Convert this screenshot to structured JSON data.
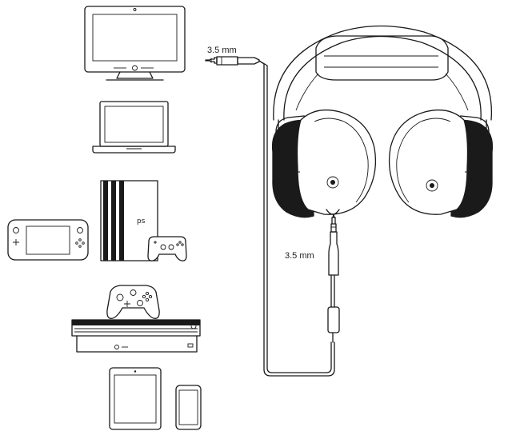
{
  "labels": {
    "top_jack": "3.5 mm",
    "bottom_jack": "3.5 mm"
  },
  "devices": [
    {
      "name": "desktop-monitor",
      "icon": "monitor-icon"
    },
    {
      "name": "laptop",
      "icon": "laptop-icon"
    },
    {
      "name": "console",
      "icon": "ps4-pro-console-icon"
    },
    {
      "name": "console-controller",
      "icon": "gamepad-icon"
    },
    {
      "name": "handheld-console",
      "icon": "handheld-console-icon"
    },
    {
      "name": "xbox-console",
      "icon": "xbox-console-icon"
    },
    {
      "name": "xbox-controller",
      "icon": "xbox-controller-icon"
    },
    {
      "name": "tablet",
      "icon": "tablet-icon"
    },
    {
      "name": "smartphone",
      "icon": "smartphone-icon"
    }
  ],
  "colors": {
    "line": "#1a1a1a",
    "background": "#ffffff",
    "earcup": "#0a0a0a"
  }
}
